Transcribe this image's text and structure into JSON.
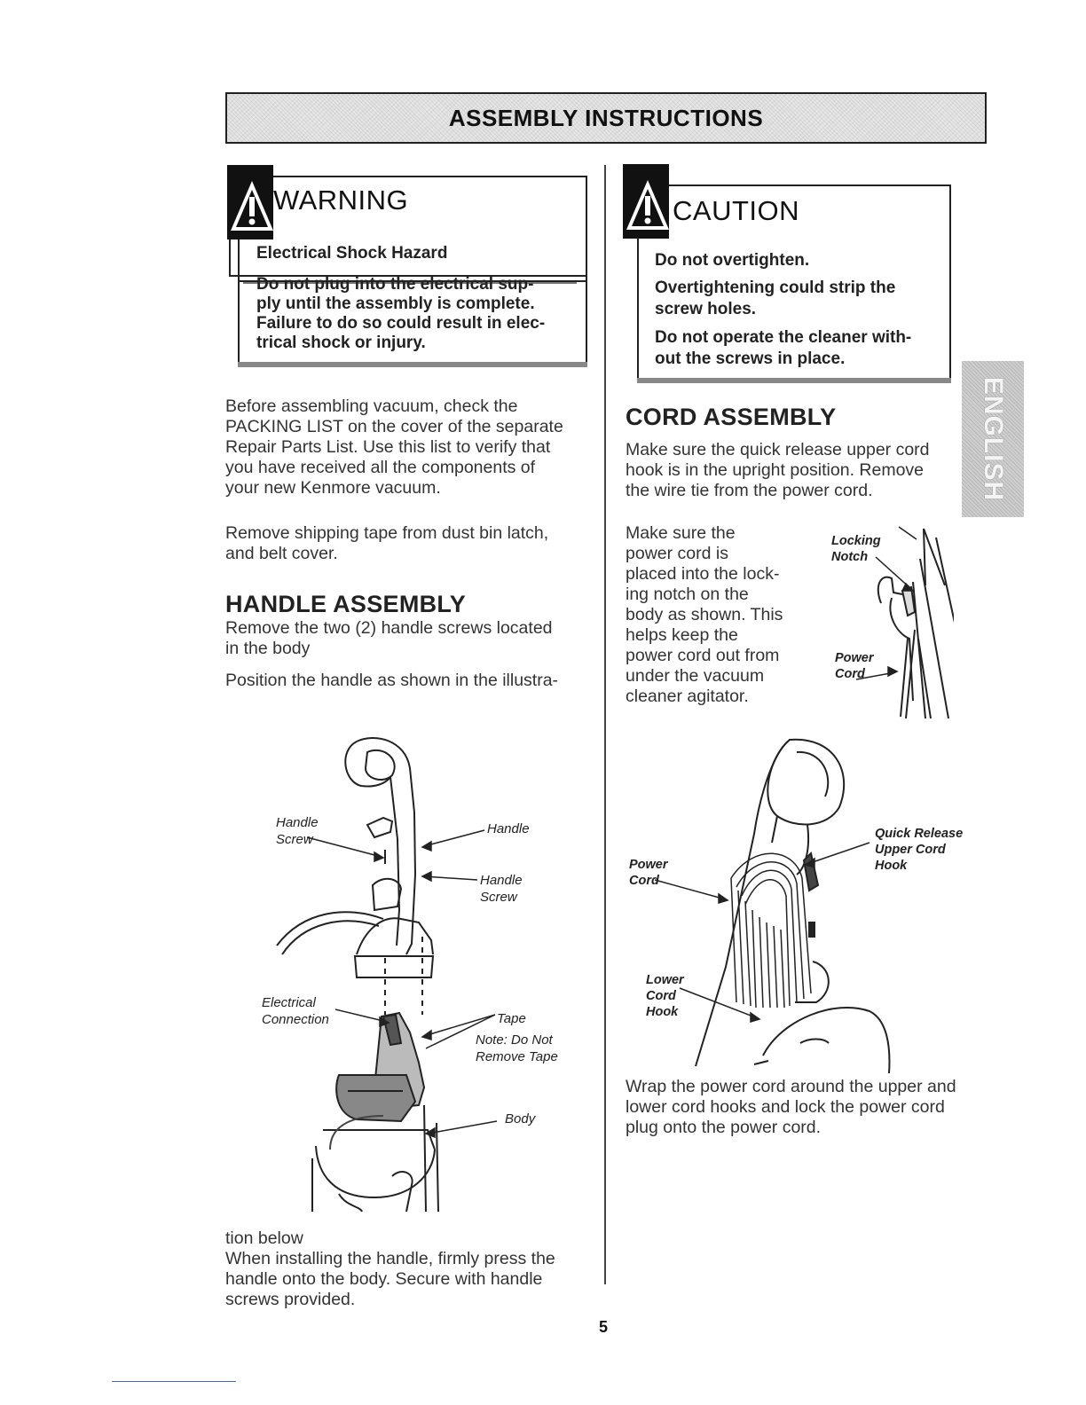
{
  "header": {
    "title": "ASSEMBLY INSTRUCTIONS"
  },
  "warning": {
    "title": "WARNING",
    "lines": [
      "Electrical Shock Hazard",
      "Do not plug into the electrical sup-",
      "ply until the assembly is complete.",
      "Failure to do so could result in elec-",
      "trical shock or injury."
    ]
  },
  "caution": {
    "title": "CAUTION",
    "lines": [
      "Do not overtighten.",
      "Overtightening could strip the",
      "screw holes.",
      "Do not operate the cleaner with-",
      "out the screws in place."
    ]
  },
  "left": {
    "intro": [
      "Before assembling vacuum, check the",
      "PACKING LIST on the cover of the separate",
      "Repair Parts List. Use this list to verify that",
      "you have received all the components of",
      "your new Kenmore vacuum."
    ],
    "tape": [
      "Remove shipping tape from dust bin latch,",
      "and belt cover."
    ],
    "handle_heading": "HANDLE ASSEMBLY",
    "handle_p1": [
      "Remove the two (2) handle screws located",
      "in the body"
    ],
    "handle_p2": "Position the handle as shown in the illustra-",
    "handle_p3": [
      "tion below",
      "When installing the handle, firmly press the",
      "handle onto the body. Secure with handle",
      "screws provided."
    ],
    "figure_labels": {
      "handle_screw_left": [
        "Handle",
        "Screw"
      ],
      "handle": "Handle",
      "handle_screw_right": [
        "Handle",
        "Screw"
      ],
      "electrical_connection": [
        "Electrical",
        "Connection"
      ],
      "tape": "Tape",
      "note": [
        "Note: Do Not",
        "Remove Tape"
      ],
      "body": "Body"
    }
  },
  "right": {
    "cord_heading": "CORD ASSEMBLY",
    "cord_p1": [
      "Make sure the quick release upper cord",
      "hook is in the upright position. Remove",
      "the wire tie from the power cord."
    ],
    "cord_p2": [
      "Make sure the",
      "power cord  is",
      "placed into the lock-",
      "ing notch on the",
      "body as shown. This",
      "helps keep the",
      "power cord out from",
      "under the vacuum",
      "cleaner agitator."
    ],
    "notch_labels": {
      "locking_notch": [
        "Locking",
        "Notch"
      ],
      "power_cord": [
        "Power",
        "Cord"
      ]
    },
    "cord_figure_labels": {
      "power_cord": [
        "Power",
        "Cord"
      ],
      "quick_release": [
        "Quick Release",
        "Upper Cord",
        "Hook"
      ],
      "lower_hook": [
        "Lower",
        "Cord",
        "Hook"
      ]
    },
    "cord_p3": [
      "Wrap the power cord around the upper and",
      "lower cord hooks and lock the power cord",
      "plug onto the power cord."
    ]
  },
  "side_tab": {
    "label": "ENGLISH"
  },
  "page_number": "5",
  "icons": {
    "warning": "warning-triangle-icon",
    "caution": "warning-triangle-icon"
  }
}
